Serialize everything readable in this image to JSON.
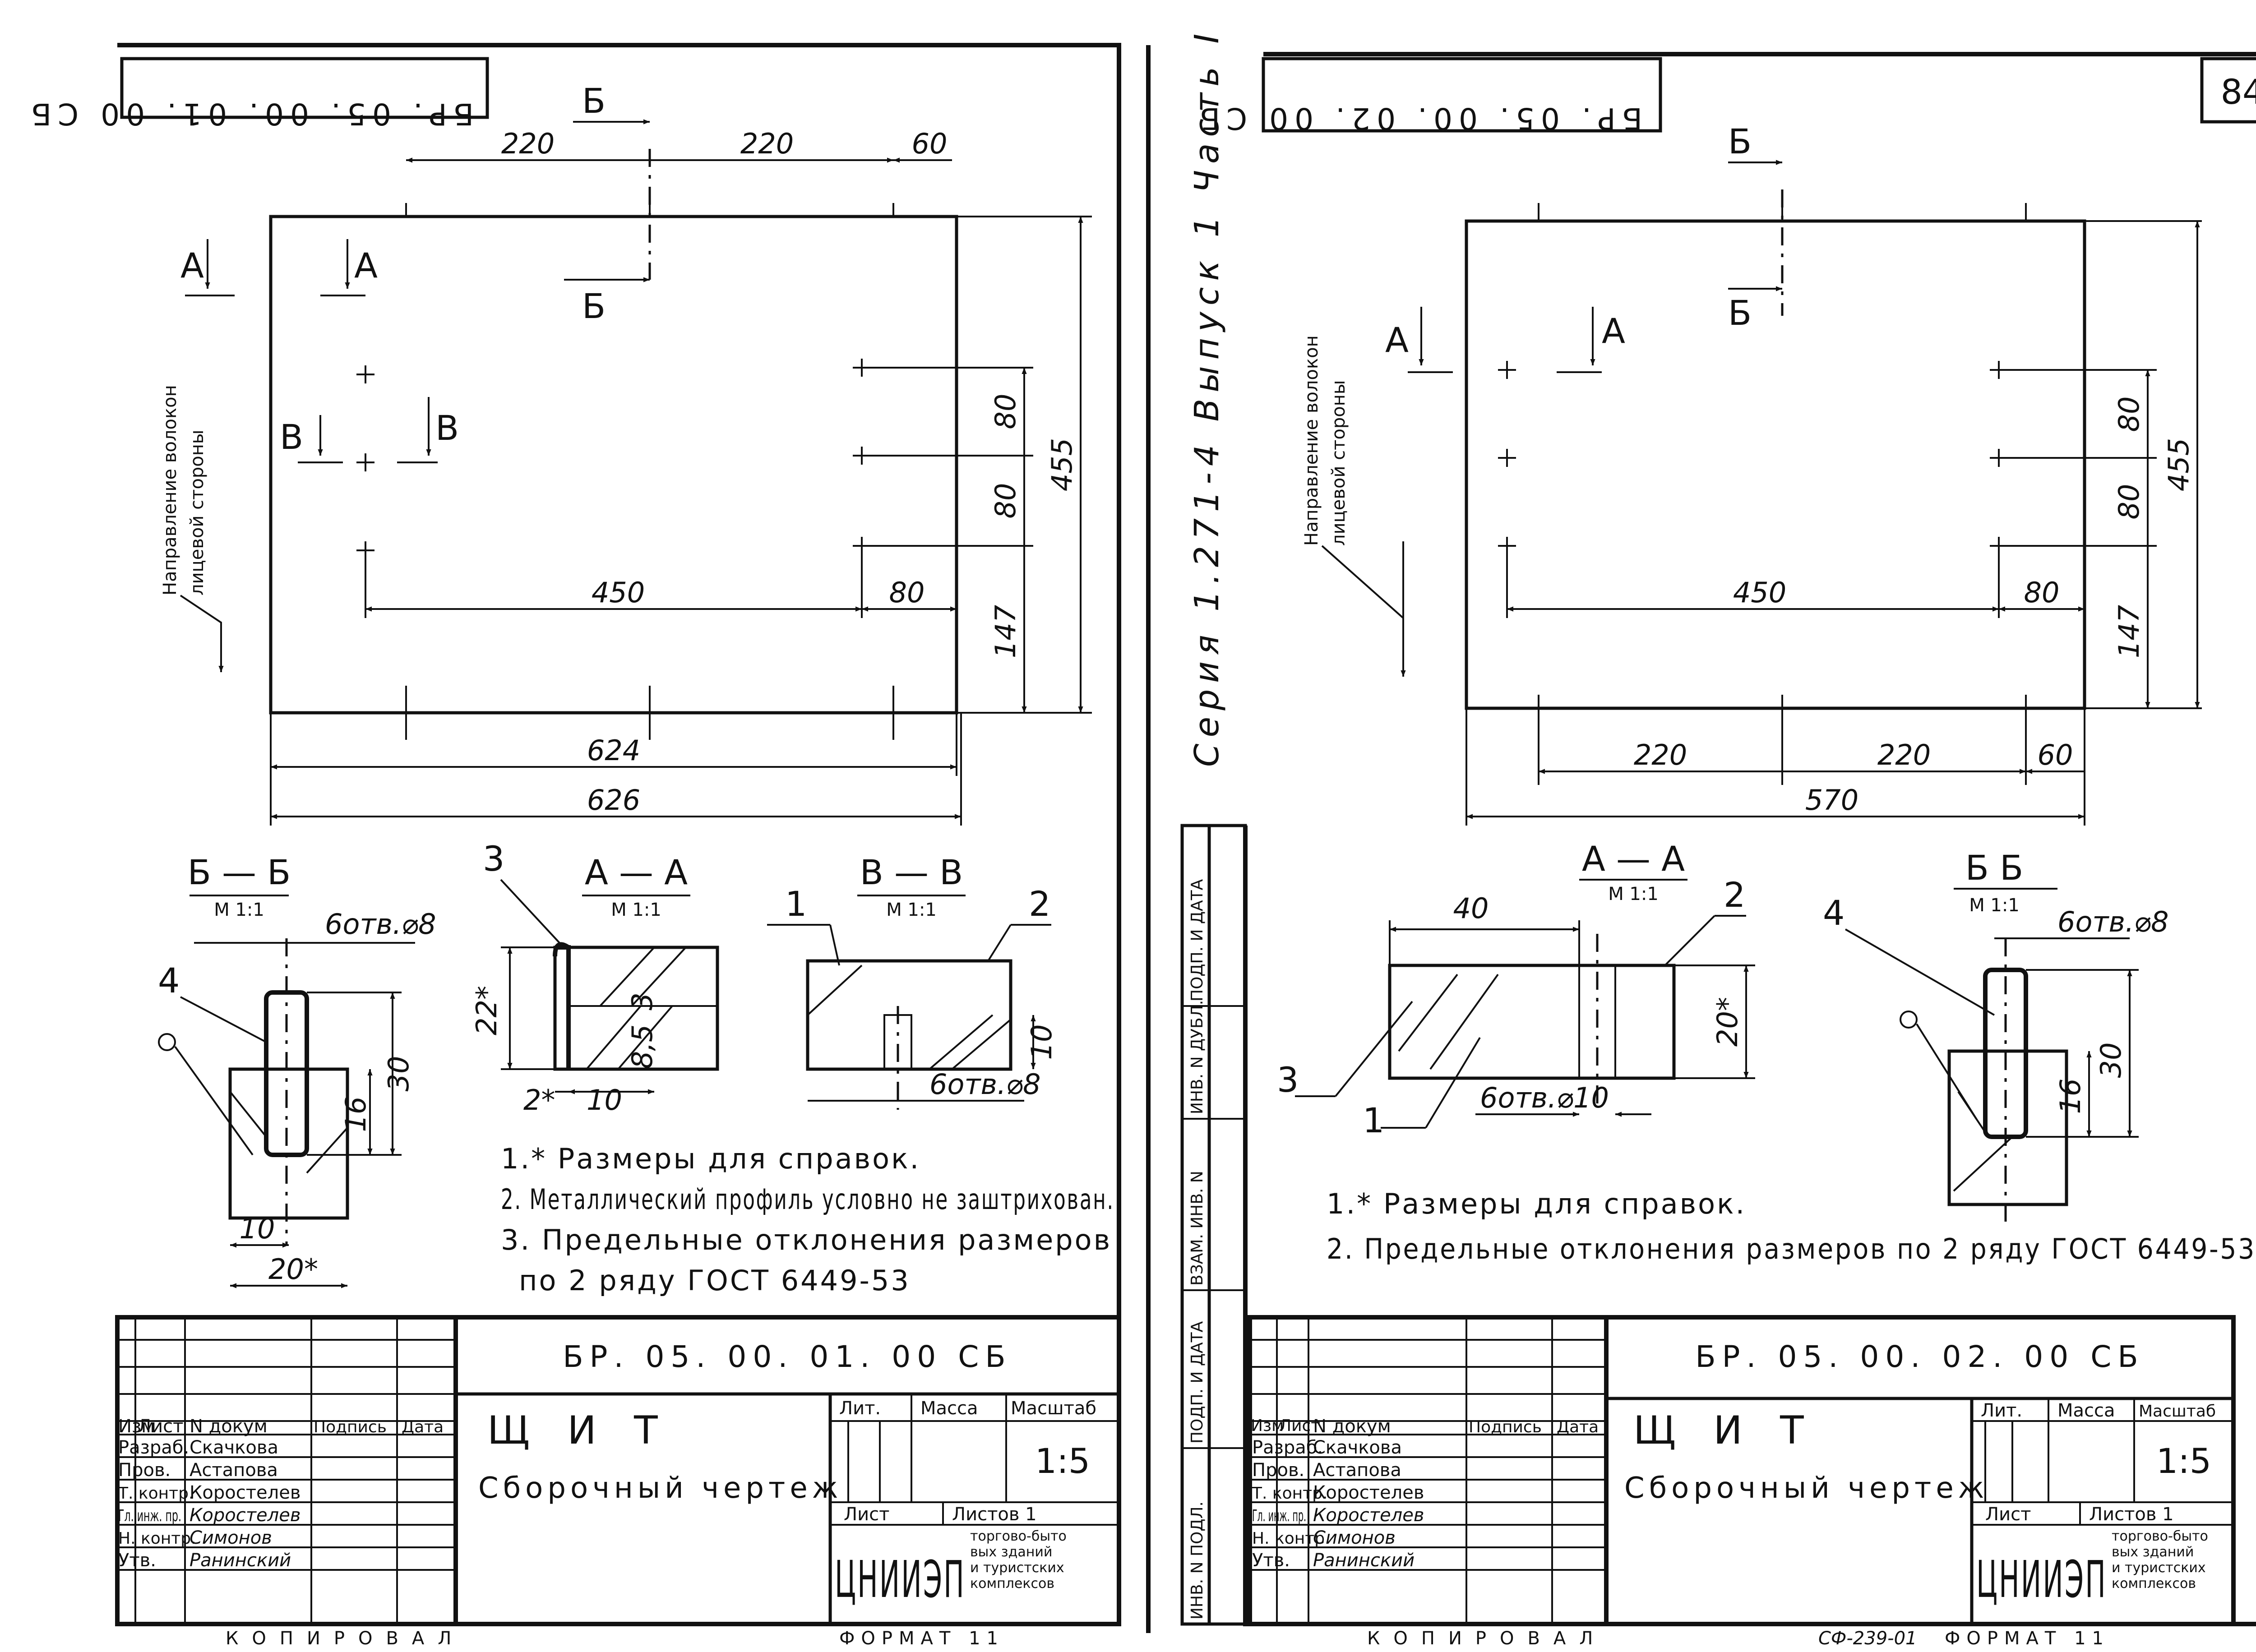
{
  "series_text": "Серия 1.271-4 Выпуск 1 Часть I",
  "page_number": "84",
  "footer_copy": "КОПИРОВАЛ",
  "footer_code": "СФ-239-01",
  "footer_format": "ФОРМАТ 11",
  "side_stamp": [
    "ПОДП. И ДАТА",
    "ИНВ. N ДУБЛ.",
    "ВЗАМ. ИНВ. N",
    "ПОДП. И ДАТА",
    "ИНВ. N ПОДЛ."
  ],
  "left": {
    "corner_code": "БР. 05. 00. 01. 00 СБ",
    "grain_label": [
      "Направление волокон",
      "лицевой стороны"
    ],
    "dims_top": [
      "220",
      "220",
      "60"
    ],
    "dims_right": [
      "80",
      "80",
      "147",
      "455"
    ],
    "dims_inner": [
      "450",
      "80"
    ],
    "dims_bottom": [
      "624",
      "626"
    ],
    "cut_marks": [
      "Б",
      "Б",
      "А",
      "А",
      "В",
      "В"
    ],
    "sections": [
      {
        "title": "Б — Б",
        "scale": "М 1:1",
        "leader": "4",
        "note": "6отв.⌀8",
        "dims": [
          "30",
          "16",
          "10",
          "20*"
        ]
      },
      {
        "title": "А — А",
        "scale": "М 1:1",
        "leader": "3",
        "dims": [
          "22*",
          "3",
          "8,5",
          "2*",
          "10"
        ]
      },
      {
        "title": "В — В",
        "scale": "М 1:1",
        "leaders": [
          "1",
          "2"
        ],
        "note": "6отв.⌀8",
        "dims": [
          "10"
        ]
      }
    ],
    "notes": [
      "1.* Размеры для справок.",
      "2. Металлический профиль условно не заштрихован.",
      "3. Предельные отклонения размеров",
      "по 2 ряду ГОСТ 6449-53"
    ],
    "title_block": {
      "code": "БР. 05. 00. 01. 00 СБ",
      "name": "Щ И Т",
      "subtitle": "Сборочный чертеж",
      "header": [
        "Изм",
        "Лист",
        "N докум",
        "Подпись",
        "Дата"
      ],
      "rows": [
        {
          "role": "Разраб.",
          "name": "Скачкова"
        },
        {
          "role": "Пров.",
          "name": "Астапова"
        },
        {
          "role": "Т. контр.",
          "name": "Коростелев"
        },
        {
          "role": "Гл. инж. пр.",
          "name": "Коростелев"
        },
        {
          "role": "Н. контр.",
          "name": "Симонов"
        },
        {
          "role": "Утв.",
          "name": "Ранинский"
        }
      ],
      "lit_label": "Лит.",
      "mass_label": "Масса",
      "scale_label": "Масштаб",
      "scale_value": "1:5",
      "sheet_label": "Лист",
      "sheets_label": "Листов 1",
      "org": "ЦНИИЭП",
      "org_sub": [
        "торгово-быто",
        "вых зданий",
        "и туристских",
        "комплексов"
      ]
    }
  },
  "right": {
    "corner_code": "БР. 05. 00. 02. 00 СБ",
    "grain_label": [
      "Направление волокон",
      "лицевой стороны"
    ],
    "dims_right": [
      "80",
      "80",
      "147",
      "455"
    ],
    "dims_inner": [
      "450",
      "80"
    ],
    "dims_bottom": [
      "220",
      "220",
      "60"
    ],
    "dims_total": "570",
    "cut_marks": [
      "Б",
      "Б",
      "А",
      "А"
    ],
    "sections": [
      {
        "title": "А — А",
        "scale": "М 1:1",
        "leaders": [
          "2",
          "3",
          "1"
        ],
        "note": "6отв.⌀10",
        "dims": [
          "40",
          "20*"
        ]
      },
      {
        "title": "Б Б",
        "scale": "М 1:1",
        "leader": "4",
        "note": "6отв.⌀8",
        "dims": [
          "30",
          "16"
        ]
      }
    ],
    "notes": [
      "1.* Размеры для справок.",
      "2. Предельные отклонения размеров по 2 ряду ГОСТ 6449-53"
    ],
    "title_block": {
      "code": "БР. 05. 00. 02. 00 СБ",
      "name": "Щ И Т",
      "subtitle": "Сборочный чертеж",
      "header": [
        "Изм",
        "Лист",
        "N докум",
        "Подпись",
        "Дата"
      ],
      "rows": [
        {
          "role": "Разраб.",
          "name": "Скачкова"
        },
        {
          "role": "Пров.",
          "name": "Астапова"
        },
        {
          "role": "Т. контр.",
          "name": "Коростелев"
        },
        {
          "role": "Гл. инж. пр.",
          "name": "Коростелев"
        },
        {
          "role": "Н. контр.",
          "name": "Симонов"
        },
        {
          "role": "Утв.",
          "name": "Ранинский"
        }
      ],
      "lit_label": "Лит.",
      "mass_label": "Масса",
      "scale_label": "Масштаб",
      "scale_value": "1:5",
      "sheet_label": "Лист",
      "sheets_label": "Листов 1",
      "org": "ЦНИИЭП",
      "org_sub": [
        "торгово-быто",
        "вых зданий",
        "и туристских",
        "комплексов"
      ]
    }
  }
}
